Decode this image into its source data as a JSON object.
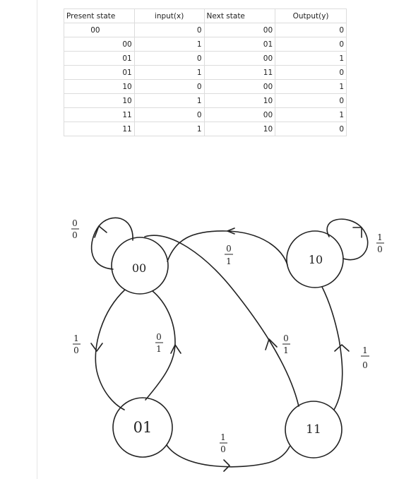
{
  "table": {
    "headers": [
      "Present state",
      "input(x)",
      "Next state",
      "Output(y)"
    ],
    "rows": [
      [
        "00",
        "0",
        "00",
        "0"
      ],
      [
        "00",
        "1",
        "01",
        "0"
      ],
      [
        "01",
        "0",
        "00",
        "1"
      ],
      [
        "01",
        "1",
        "11",
        "0"
      ],
      [
        "10",
        "0",
        "00",
        "1"
      ],
      [
        "10",
        "1",
        "10",
        "0"
      ],
      [
        "11",
        "0",
        "00",
        "1"
      ],
      [
        "11",
        "1",
        "10",
        "0"
      ]
    ]
  },
  "diagram": {
    "states": [
      "00",
      "01",
      "10",
      "11"
    ],
    "transitions": [
      {
        "from": "00",
        "to": "00",
        "input": "0",
        "output": "0"
      },
      {
        "from": "00",
        "to": "01",
        "input": "1",
        "output": "0"
      },
      {
        "from": "01",
        "to": "00",
        "input": "0",
        "output": "1"
      },
      {
        "from": "01",
        "to": "11",
        "input": "1",
        "output": "0"
      },
      {
        "from": "10",
        "to": "00",
        "input": "0",
        "output": "1"
      },
      {
        "from": "10",
        "to": "10",
        "input": "1",
        "output": "0"
      },
      {
        "from": "11",
        "to": "00",
        "input": "0",
        "output": "1"
      },
      {
        "from": "11",
        "to": "10",
        "input": "1",
        "output": "0"
      }
    ]
  }
}
